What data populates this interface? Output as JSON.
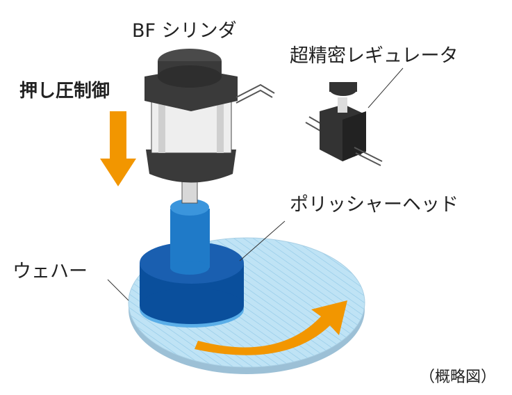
{
  "labels": {
    "cylinder": "BF シリンダ",
    "pressure_control": "押し圧制御",
    "regulator": "超精密レギュレータ",
    "polisher_head": "ポリッシャーヘッド",
    "wafer": "ウェハー",
    "note": "（概略図）"
  },
  "colors": {
    "arrow": "#f29600",
    "head_blue": "#0a4f9c",
    "wafer": "#bfe3f5",
    "cylinder_dark": "#333333"
  }
}
